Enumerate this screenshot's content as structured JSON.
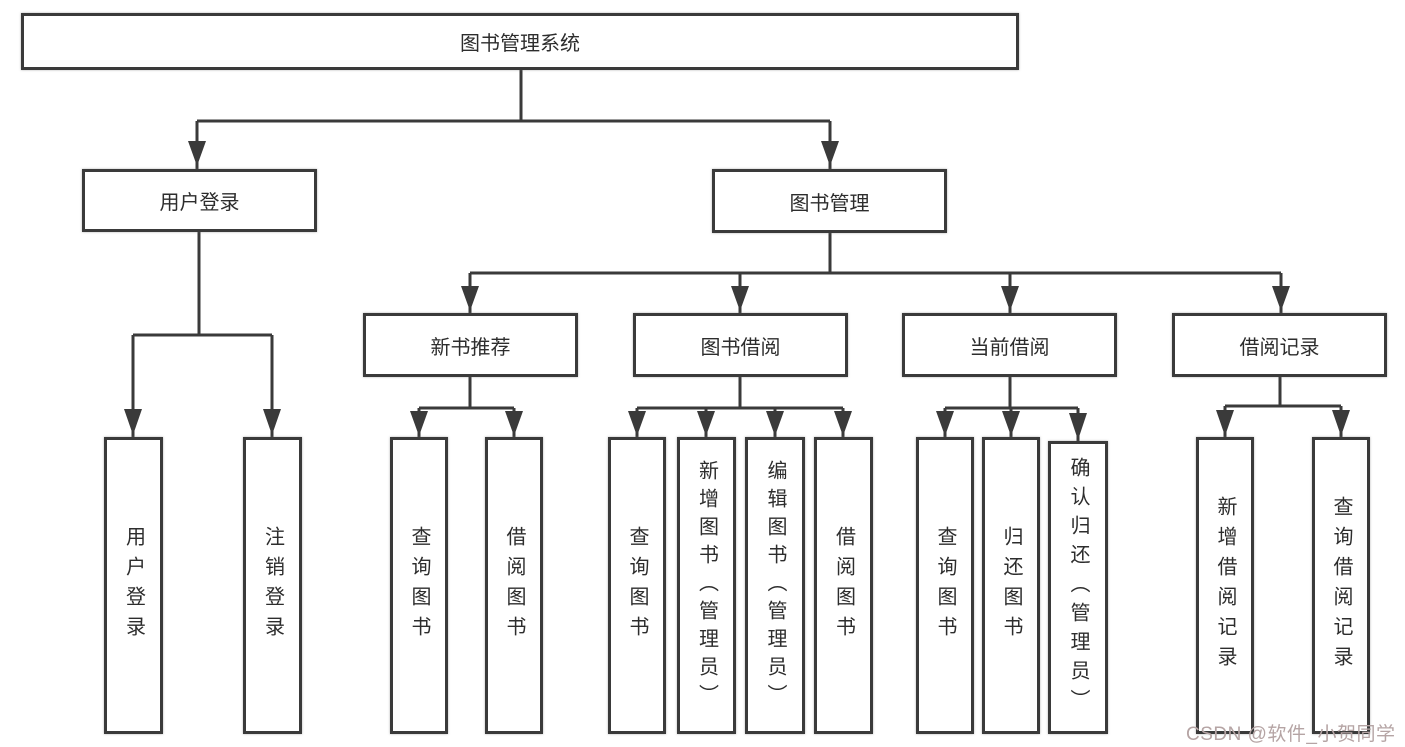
{
  "diagram": {
    "title": "图书管理系统",
    "level2": {
      "user_login": {
        "label": "用户登录"
      },
      "book_management": {
        "label": "图书管理"
      }
    },
    "level3": {
      "new_book_recommend": {
        "label": "新书推荐"
      },
      "book_borrow": {
        "label": "图书借阅"
      },
      "current_borrow": {
        "label": "当前借阅"
      },
      "borrow_records": {
        "label": "借阅记录"
      }
    },
    "leaves": {
      "login": [
        "用户登录",
        "注销登录"
      ],
      "recommend": [
        "查询图书",
        "借阅图书"
      ],
      "borrow": [
        "查询图书",
        "新增图书（管理员）",
        "编辑图书（管理员）",
        "借阅图书"
      ],
      "current": [
        "查询图书",
        "归还图书",
        "确认归还（管理员）"
      ],
      "records": [
        "新增借阅记录",
        "查询借阅记录"
      ]
    }
  },
  "watermark": {
    "text": "CSDN @软件_小贺同学"
  },
  "colors": {
    "line": "#3a3a3a",
    "box_border": "#3a3a3a",
    "box_fill": "#ffffff",
    "text": "#2d2d2d",
    "watermark": "#b5a4a4",
    "background": "#ffffff"
  }
}
